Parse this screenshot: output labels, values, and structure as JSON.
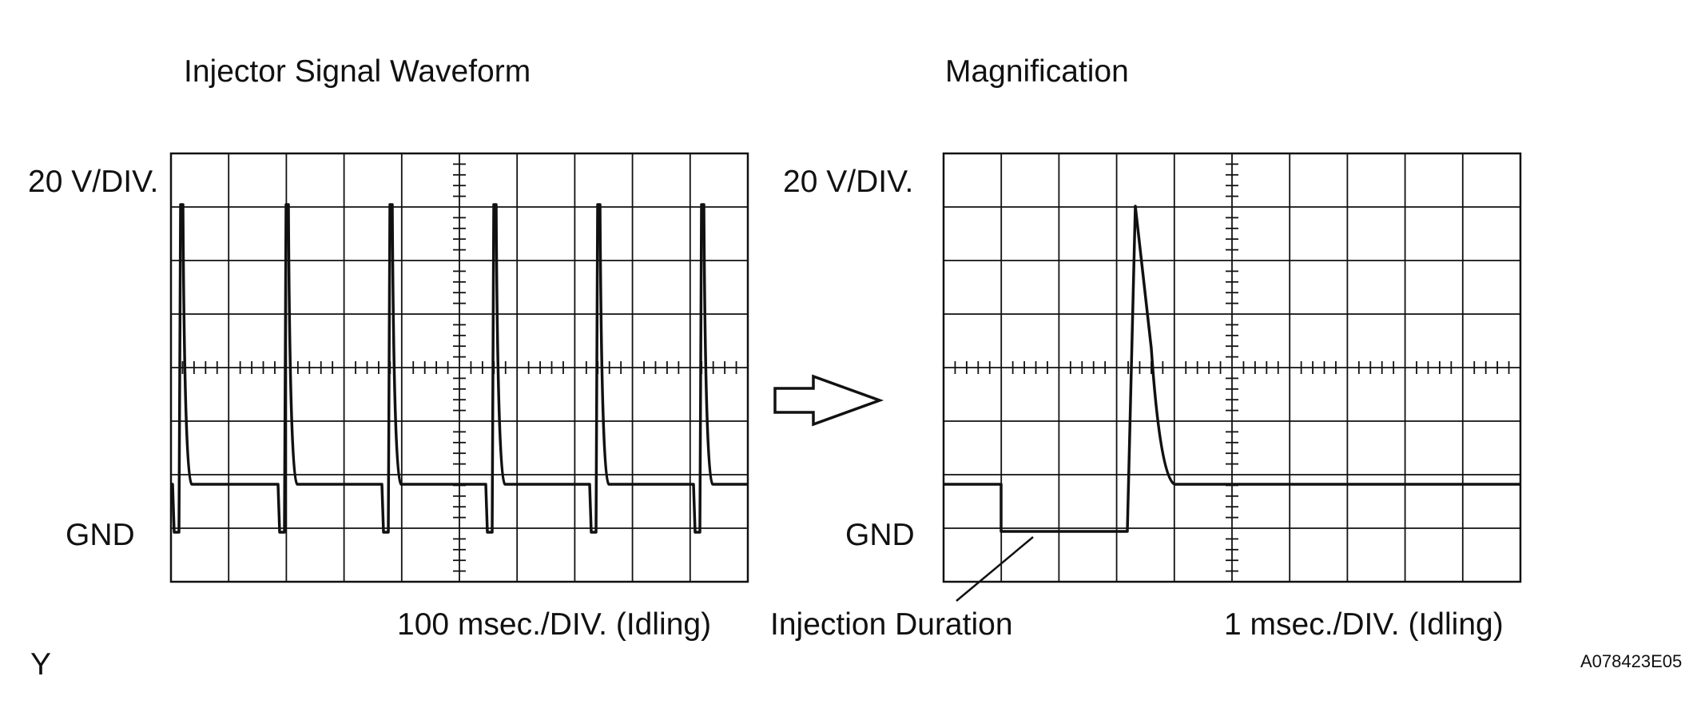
{
  "left_panel": {
    "title": "Injector Signal Waveform",
    "volt_label": "20 V/DIV.",
    "gnd_label": "GND",
    "time_label": "100 msec./DIV. (Idling)"
  },
  "right_panel": {
    "title": "Magnification",
    "volt_label": "20 V/DIV.",
    "gnd_label": "GND",
    "time_label": "1 msec./DIV. (Idling)",
    "callout_label": "Injection Duration"
  },
  "footer": {
    "corner_mark": "Y",
    "figure_id": "A078423E05"
  },
  "colors": {
    "line": "#111111",
    "background": "#ffffff"
  }
}
